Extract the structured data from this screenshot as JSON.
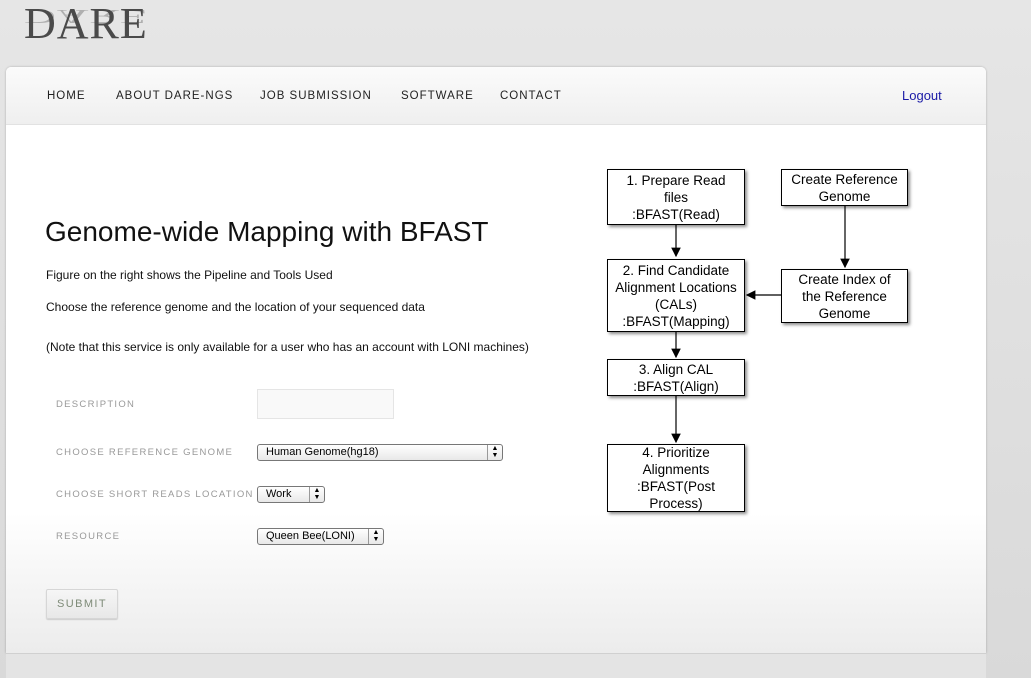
{
  "brand": {
    "logo_text": "DARE"
  },
  "nav": {
    "items": [
      {
        "label": "HOME"
      },
      {
        "label": "ABOUT DARE-NGS"
      },
      {
        "label": "JOB SUBMISSION"
      },
      {
        "label": "SOFTWARE"
      },
      {
        "label": "CONTACT"
      }
    ],
    "logout": "Logout"
  },
  "main": {
    "title": "Genome-wide Mapping with BFAST",
    "info_1": "Figure on the right shows the Pipeline and Tools Used",
    "info_2": "Choose the reference genome and the location of your sequenced data",
    "info_3": "(Note that this service is only available for a user who has an account with LONI machines)"
  },
  "form": {
    "description_label": "DESCRIPTION",
    "description_value": "",
    "genome_label": "CHOOSE REFERENCE GENOME",
    "genome_value": "Human Genome(hg18)",
    "reads_label": "CHOOSE SHORT READS LOCATION",
    "reads_value": "Work",
    "resource_label": "RESOURCE",
    "resource_value": "Queen Bee(LONI)",
    "submit_label": "SUBMIT"
  },
  "pipeline": {
    "step1": "1. Prepare Read\nfiles\n:BFAST(Read)",
    "step2": "2. Find Candidate\nAlignment Locations\n(CALs)\n:BFAST(Mapping)",
    "step3": "3. Align CAL\n:BFAST(Align)",
    "step4": "4. Prioritize\nAlignments\n:BFAST(Post\nProcess)",
    "ref_genome": "Create Reference\nGenome",
    "ref_index": "Create Index of\nthe Reference\nGenome"
  }
}
